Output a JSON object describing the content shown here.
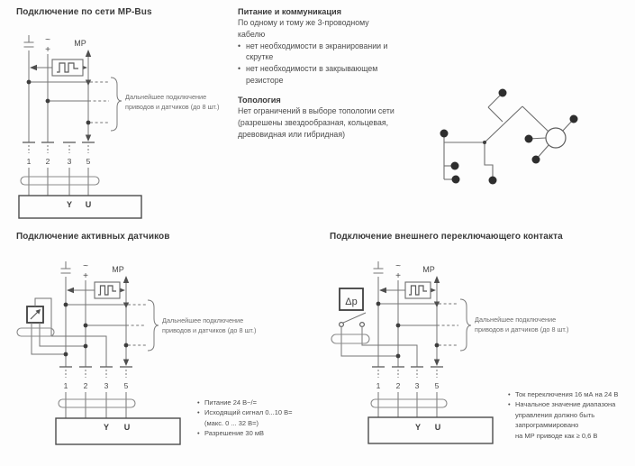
{
  "ui": {
    "bullet": "•"
  },
  "colors": {
    "background": "#fdfdfd",
    "wire_gray": "#757575",
    "text_dark": "#3a3a3a",
    "text_body": "#4c4c4c",
    "annotation_gray": "#6b6b6b",
    "node_black": "#2e2e2e"
  },
  "shared": {
    "annotation": {
      "line1": "Дальнейшее подключение",
      "line2": "приводов и датчиков (до 8 шт.)"
    },
    "labels": {
      "tilde": "~",
      "plus": "+",
      "mp": "MP",
      "y": "Y",
      "u": "U",
      "t1": "1",
      "t2": "2",
      "t3": "3",
      "t5": "5"
    }
  },
  "mpbus_section": {
    "title": "Подключение по сети MP-Bus"
  },
  "power_comm": {
    "heading": "Питание и коммуникация",
    "intro_line1": "По одному и тому же 3-проводному",
    "intro_line2": "кабелю",
    "bullets": [
      {
        "line1": "нет необходимости в экранировании и",
        "line2": "скрутке"
      },
      {
        "line1": "нет необходимости в закрывающем",
        "line2": "резисторе"
      }
    ]
  },
  "topology": {
    "heading": "Топология",
    "body_line1": "Нет ограничений в выборе топологии сети",
    "body_line2": "(разрешены звездообразная, кольцевая,",
    "body_line3": "древовидная или гибридная)"
  },
  "sensors_section": {
    "title": "Подключение активных датчиков",
    "notes": [
      {
        "bullet": true,
        "text": "Питание 24 В~/="
      },
      {
        "bullet": true,
        "text": "Исходящий сигнал 0...10 В="
      },
      {
        "bullet": false,
        "text": "(макс. 0 ... 32 В=)"
      },
      {
        "bullet": true,
        "text": "Разрешение 30 мВ"
      }
    ]
  },
  "switch_section": {
    "title": "Подключение внешнего переключающего контакта",
    "device_label": "Δp",
    "notes": [
      {
        "bullet": true,
        "text": "Ток переключения 16 мА на 24 В"
      },
      {
        "bullet": true,
        "text": "Начальное значение диапазона"
      },
      {
        "bullet": false,
        "text": "управления должно быть"
      },
      {
        "bullet": false,
        "text": "запрограммировано"
      },
      {
        "bullet": false,
        "text": "на МР приводе как ≥ 0,6 В"
      }
    ]
  }
}
